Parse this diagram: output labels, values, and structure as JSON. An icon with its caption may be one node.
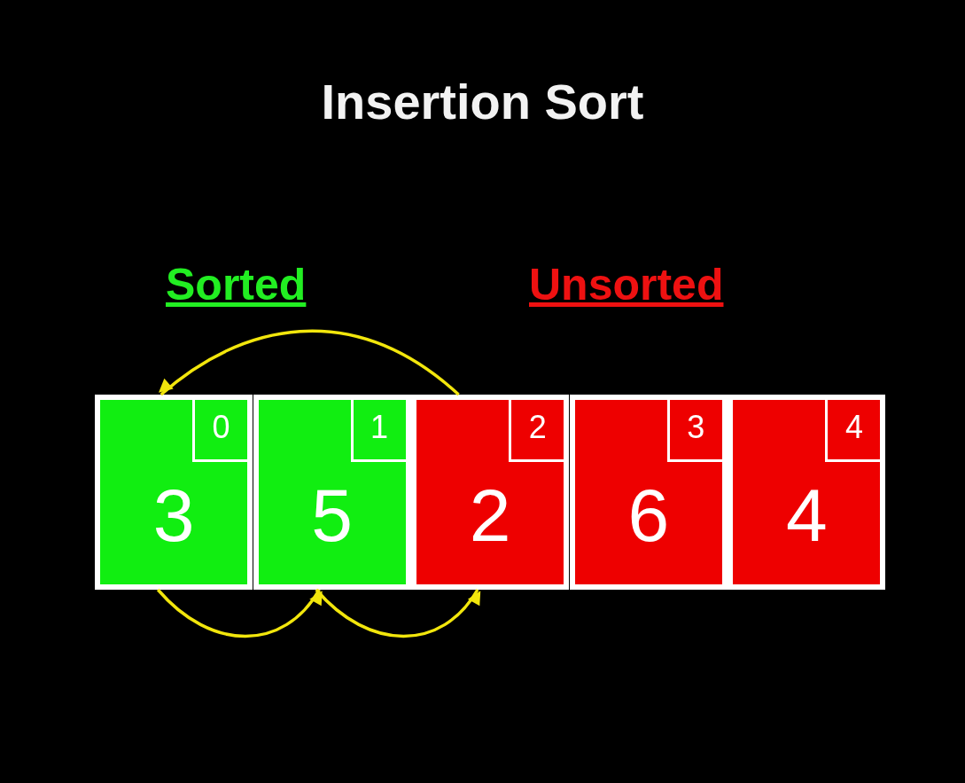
{
  "diagram": {
    "title": "Insertion Sort",
    "nodes": [
      {
        "text": [
          "3"
        ]
      },
      {
        "text": [
          "0"
        ],
        "in": 0
      },
      {
        "text": [
          "5"
        ]
      },
      {
        "text": [
          "1"
        ],
        "in": 2
      },
      {
        "text": [
          "2"
        ]
      },
      {
        "text": [
          "2"
        ],
        "in": 4
      },
      {
        "text": [
          "6"
        ]
      },
      {
        "text": [
          "3"
        ],
        "in": 6
      },
      {
        "text": [
          "4"
        ]
      },
      {
        "text": [
          "4"
        ],
        "in": 8
      }
    ],
    "edges": [
      {
        "from": 4,
        "to": 0,
        "arrow": "to"
      },
      {
        "from": 0,
        "to": 2,
        "arrow": "to"
      },
      {
        "from": 2,
        "to": 4,
        "arrow": "to"
      }
    ],
    "labels": [
      "Sorted",
      "Unsorted"
    ]
  }
}
